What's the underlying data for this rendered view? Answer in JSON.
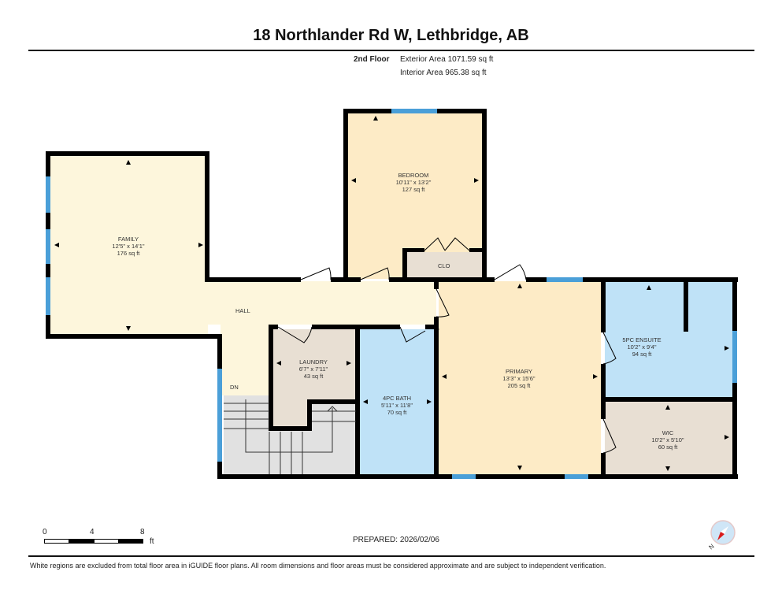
{
  "header": {
    "title": "18 Northlander Rd W, Lethbridge, AB",
    "floor": "2nd Floor",
    "exterior_area": "Exterior Area 1071.59 sq ft",
    "interior_area": "Interior Area 965.38 sq ft"
  },
  "rooms": [
    {
      "name": "FAMILY",
      "dims": "12'5\" x 14'1\"",
      "area": "176 sq ft"
    },
    {
      "name": "BEDROOM",
      "dims": "10'11\" x 13'2\"",
      "area": "127 sq ft"
    },
    {
      "name": "LAUNDRY",
      "dims": "6'7\" x 7'11\"",
      "area": "43 sq ft"
    },
    {
      "name": "4PC BATH",
      "dims": "5'11\" x 11'8\"",
      "area": "70 sq ft"
    },
    {
      "name": "PRIMARY",
      "dims": "13'3\" x 15'6\"",
      "area": "205 sq ft"
    },
    {
      "name": "5PC ENSUITE",
      "dims": "10'2\" x 9'4\"",
      "area": "94 sq ft"
    },
    {
      "name": "WIC",
      "dims": "10'2\" x 5'10\"",
      "area": "60 sq ft"
    }
  ],
  "labels": {
    "hall": "HALL",
    "closet": "CLO",
    "stairs_down": "DN"
  },
  "colors": {
    "family_hall": "#fdf6dc",
    "bedroom_primary": "#fdebc6",
    "laundry_wic_clo": "#e8dfd3",
    "bath_ensuite": "#bfe2f7",
    "stairs": "#e1e1e1",
    "wall": "#000000",
    "window": "#4a9fd8"
  },
  "footer": {
    "scale": {
      "ticks": [
        "0",
        "4",
        "8"
      ],
      "unit": "ft"
    },
    "prepared": "PREPARED: 2026/02/06",
    "disclaimer": "White regions are excluded from total floor area in iGUIDE floor plans. All room dimensions and floor areas must be considered approximate and are subject to independent verification.",
    "compass_label": "N"
  }
}
